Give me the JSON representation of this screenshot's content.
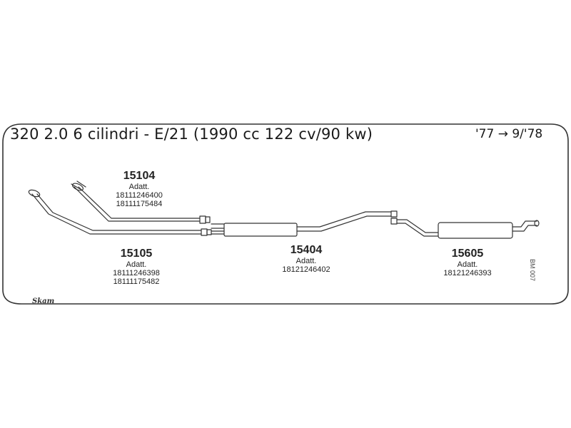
{
  "title": "320 2.0 6 cilindri - E/21 (1990 cc 122 cv/90 kw)",
  "date_range": "'77 → 9/'78",
  "parts": [
    {
      "number": "15104",
      "label": "Adatt.",
      "codes": [
        "18111246400",
        "18111175484"
      ]
    },
    {
      "number": "15105",
      "label": "Adatt.",
      "codes": [
        "18111246398",
        "18111175482"
      ]
    },
    {
      "number": "15404",
      "label": "Adatt.",
      "codes": [
        "18121246402"
      ]
    },
    {
      "number": "15605",
      "label": "Adatt.",
      "codes": [
        "18121246393"
      ]
    }
  ],
  "sheet_code": "BM 007",
  "logo_text": "Skam"
}
